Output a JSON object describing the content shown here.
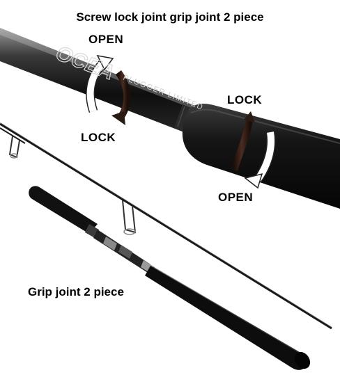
{
  "title": "Screw lock joint grip joint 2 piece",
  "subtitle": "Grip joint 2 piece",
  "rotation_labels": {
    "upper_open": "OPEN",
    "upper_lock": "LOCK",
    "lower_lock": "LOCK",
    "lower_open": "OPEN"
  },
  "rod_brand": "OCEA",
  "rod_model": "PLUGGER LIMITED",
  "colors": {
    "background": "#ffffff",
    "rod_blank": "#1a1a1a",
    "grip": "#111111",
    "arrow_dark": "#2a1a14",
    "arrow_light": "#ffffff"
  }
}
